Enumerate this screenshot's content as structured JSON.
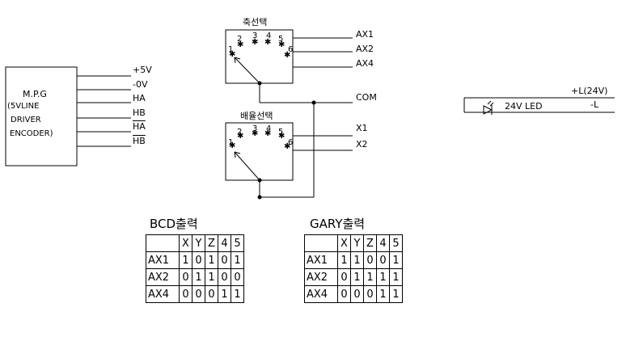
{
  "mpg": {
    "label": "M.P.G",
    "sub": [
      "(5VLINE",
      "DRIVER",
      "ENCODER)"
    ],
    "pins": [
      "+5V",
      "-0V",
      "HA",
      "HB",
      "HA",
      "HB"
    ]
  },
  "axis_switch": {
    "title": "축선택",
    "positions": [
      "1",
      "2",
      "3",
      "4",
      "5",
      "6"
    ],
    "outputs": [
      "AX1",
      "AX2",
      "AX4"
    ]
  },
  "mag_switch": {
    "title": "배율선택",
    "positions": [
      "1",
      "2",
      "3",
      "4",
      "5",
      "6"
    ],
    "outputs": [
      "X1",
      "X2"
    ]
  },
  "common_label": "COM",
  "led": {
    "label": "24V LED",
    "plus": "+L(24V)",
    "minus": "-L"
  },
  "bcd_table": {
    "title": "BCD출력",
    "columns": [
      "",
      "X",
      "Y",
      "Z",
      "4",
      "5"
    ],
    "rows": [
      [
        "AX1",
        "1",
        "0",
        "1",
        "0",
        "1"
      ],
      [
        "AX2",
        "0",
        "1",
        "1",
        "0",
        "0"
      ],
      [
        "AX4",
        "0",
        "0",
        "0",
        "1",
        "1"
      ]
    ]
  },
  "gary_table": {
    "title": "GARY출력",
    "columns": [
      "",
      "X",
      "Y",
      "Z",
      "4",
      "5"
    ],
    "rows": [
      [
        "AX1",
        "1",
        "1",
        "0",
        "0",
        "1"
      ],
      [
        "AX2",
        "0",
        "1",
        "1",
        "1",
        "1"
      ],
      [
        "AX4",
        "0",
        "0",
        "0",
        "1",
        "1"
      ]
    ]
  }
}
